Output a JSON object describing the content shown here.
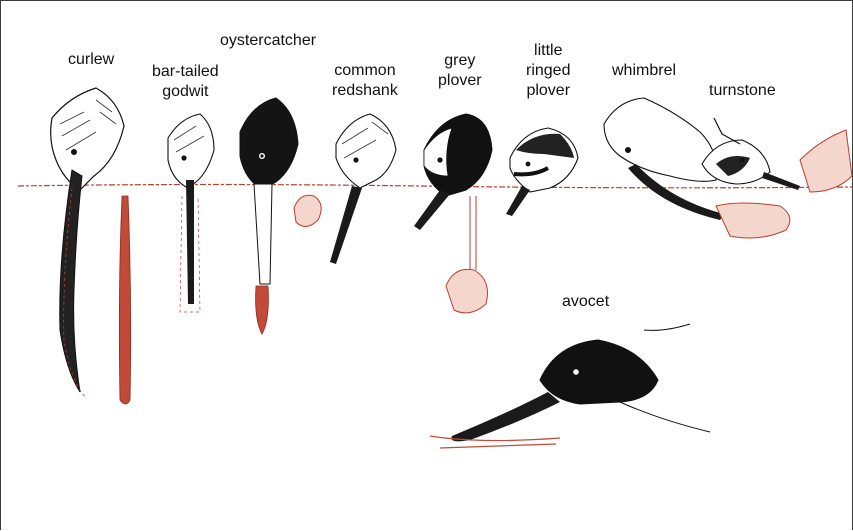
{
  "labels": {
    "curlew": "curlew",
    "bar_tailed_godwit": [
      "bar-tailed",
      "godwit"
    ],
    "oystercatcher": "oystercatcher",
    "common_redshank": [
      "common",
      "redshank"
    ],
    "grey_plover": [
      "grey",
      "plover"
    ],
    "little_ringed_plover": [
      "little",
      "ringed",
      "plover"
    ],
    "whimbrel": "whimbrel",
    "turnstone": "turnstone",
    "avocet": "avocet"
  },
  "colors": {
    "ink": "#111111",
    "mud": "#b8402e",
    "prey": "#c24a38",
    "paper": "#ffffff"
  }
}
